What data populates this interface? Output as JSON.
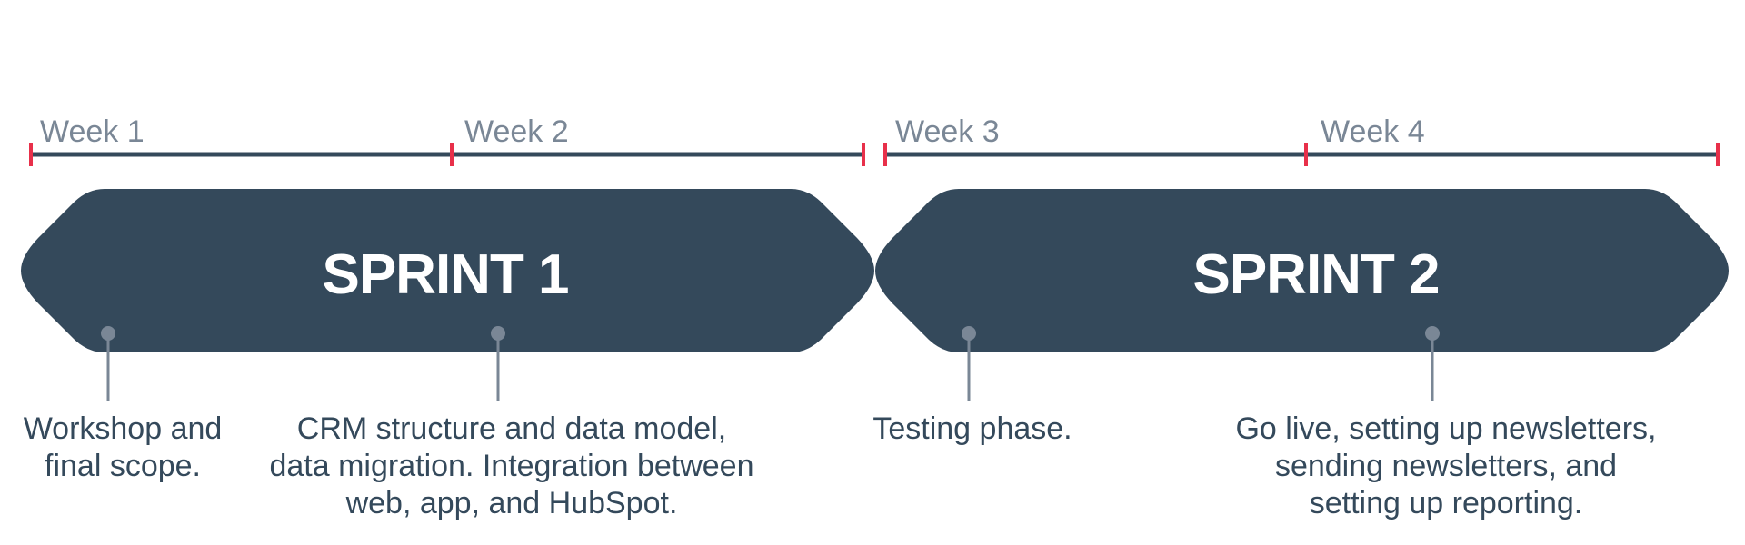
{
  "timeline": {
    "weeks": [
      {
        "label": "Week 1"
      },
      {
        "label": "Week 2"
      },
      {
        "label": "Week 3"
      },
      {
        "label": "Week 4"
      }
    ]
  },
  "sprints": [
    {
      "title": "SPRINT 1"
    },
    {
      "title": "SPRINT 2"
    }
  ],
  "tasks": [
    {
      "lines": [
        "Workshop and",
        "final scope."
      ]
    },
    {
      "lines": [
        "CRM structure and data model,",
        "data migration. Integration between",
        "web, app, and HubSpot."
      ]
    },
    {
      "lines": [
        "Testing phase."
      ]
    },
    {
      "lines": [
        "Go live, setting up newsletters,",
        "sending newsletters, and",
        "setting up reporting."
      ]
    }
  ],
  "colors": {
    "sprint_fill": "#34495b",
    "timeline_line": "#34495b",
    "tick": "#e8304a",
    "week_text": "#7a8796",
    "connector": "#7a8796",
    "task_text": "#34495b"
  }
}
